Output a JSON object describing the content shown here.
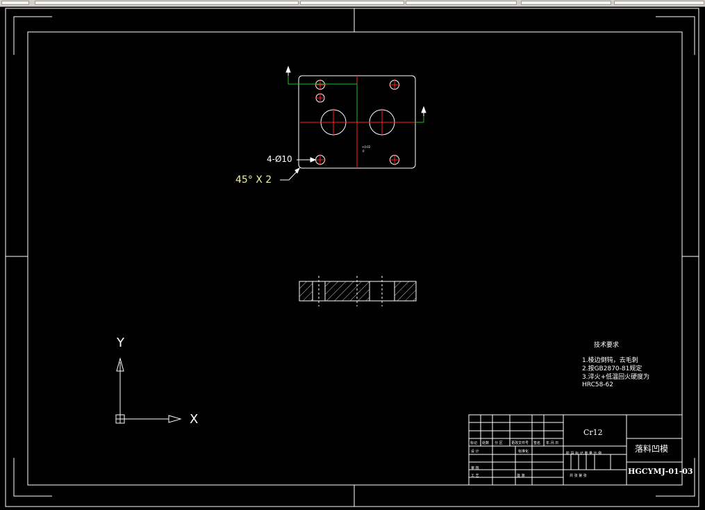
{
  "drawing": {
    "annotations": {
      "hole_callout": "4-Ø10",
      "chamfer_callout": "45° X 2",
      "tolerance_note": "+0.02",
      "tolerance_zero": "0"
    },
    "ucs": {
      "x_label": "X",
      "y_label": "Y"
    },
    "tech_requirements": {
      "title": "技术要求",
      "items": [
        "1.棱边倒钝，去毛刺",
        "2.按GB2870-81规定",
        "3.淬火+低温回火硬度为",
        "HRC58-62"
      ]
    },
    "title_block": {
      "material": "Cr12",
      "part_name": "落料凹模",
      "drawing_number": "HGCYMJ-01-03",
      "labels": {
        "mark": "标记",
        "count": "处数",
        "zone": "分 区",
        "change_doc": "更改文件号",
        "signature": "签名",
        "date": "年.月.日",
        "design": "设 计",
        "standardize": "标准化",
        "review": "审 核",
        "process": "工 艺",
        "approve": "批 准",
        "stage_mark": "阶 段 标 记  重 量  比 例",
        "sheets": "共   张   第   张"
      }
    },
    "colors": {
      "background": "#000000",
      "lines": "#ffffff",
      "centerline": "#ff2020",
      "dimension": "#20c020",
      "callout_text": "#f0f0a0"
    }
  }
}
